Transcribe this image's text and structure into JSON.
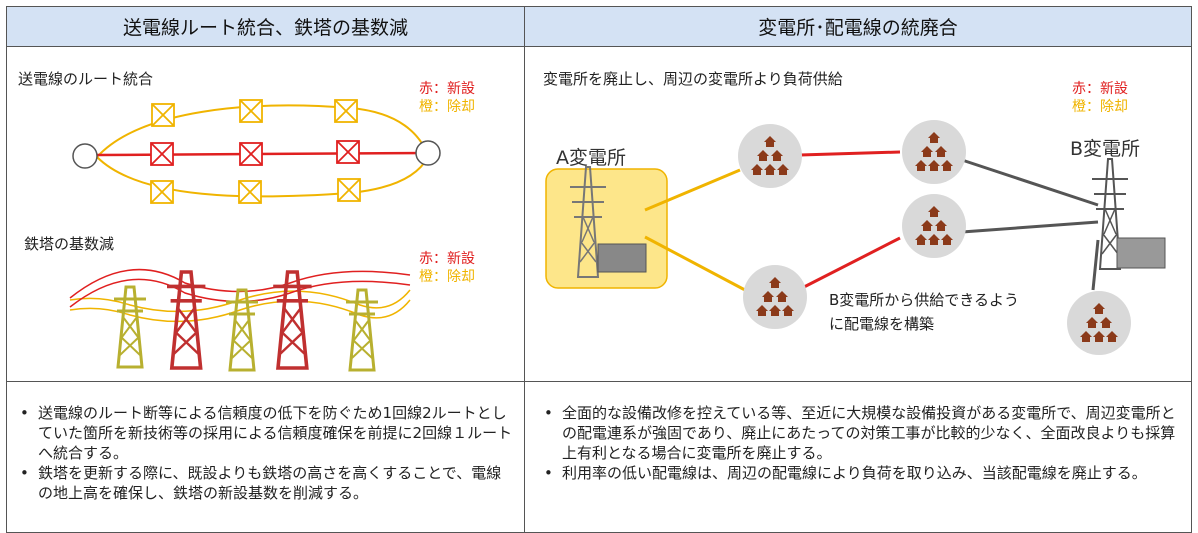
{
  "headers": {
    "left": "送電線ルート統合、鉄塔の基数減",
    "right": "変電所･配電線の統廃合"
  },
  "left_panel": {
    "route_label": "送電線のルート統合",
    "tower_label": "鉄塔の基数減",
    "legend_new": "赤：新設",
    "legend_remove": "橙：除却"
  },
  "right_panel": {
    "caption": "変電所を廃止し、周辺の変電所より負荷供給",
    "substation_a": "A変電所",
    "substation_b": "B変電所",
    "legend_new": "赤：新設",
    "legend_remove": "橙：除却",
    "note_line1": "B変電所から供給できるよう",
    "note_line2": "に配電線を構築"
  },
  "bullets_left": [
    "送電線のルート断等による信頼度の低下を防ぐため1回線2ルートとしていた箇所を新技術等の採用による信頼度確保を前提に2回線１ルートへ統合する。",
    "鉄塔を更新する際に、既設よりも鉄塔の高さを高くすることで、電線の地上高を確保し、鉄塔の新設基数を削減する。"
  ],
  "bullets_right": [
    "全面的な設備改修を控えている等、至近に大規模な設備投資がある変電所で、周辺変電所との配電連系が強固であり、廃止にあたっての対策工事が比較的少なく、全面改良よりも採算上有利となる場合に変電所を廃止する。",
    "利用率の低い配電線は、周辺の配電線により負荷を取り込み、当該配電線を廃止する。"
  ],
  "colors": {
    "header_bg": "#d4e2f4",
    "new_red": "#e02020",
    "remove_orange": "#f0b400",
    "house_brown": "#8b3a1a"
  }
}
